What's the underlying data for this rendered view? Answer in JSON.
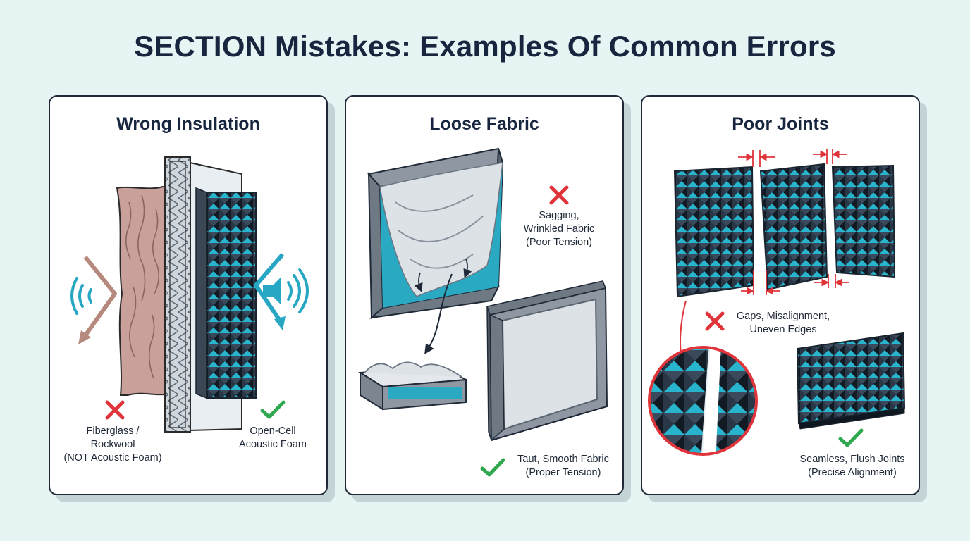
{
  "title": "SECTION Mistakes: Examples Of Common Errors",
  "colors": {
    "background": "#e6f4f4",
    "panel_border": "#1f2937",
    "foam_dark": "#22303f",
    "foam_accent": "#26b1c8",
    "wrong_mark": "#e0343b",
    "right_mark": "#2fa84f",
    "insulation": "#c9a19a"
  },
  "panels": [
    {
      "title": "Wrong Insulation",
      "wrong_caption": [
        "Fiberglass /",
        "Rockwool",
        "(NOT Acoustic Foam)"
      ],
      "right_caption": [
        "Open-Cell",
        "Acoustic Foam"
      ]
    },
    {
      "title": "Loose Fabric",
      "wrong_caption": [
        "Sagging,",
        "Wrinkled Fabric",
        "(Poor Tension)"
      ],
      "right_caption": [
        "Taut, Smooth Fabric",
        "(Proper Tension)"
      ]
    },
    {
      "title": "Poor Joints",
      "wrong_caption": [
        "Gaps, Misalignment,",
        "Uneven Edges"
      ],
      "right_caption": [
        "Seamless, Flush Joints",
        "(Precise Alignment)"
      ]
    }
  ],
  "icons": [
    "x-mark-icon",
    "check-mark-icon",
    "sound-wave-icon",
    "speaker-icon"
  ]
}
